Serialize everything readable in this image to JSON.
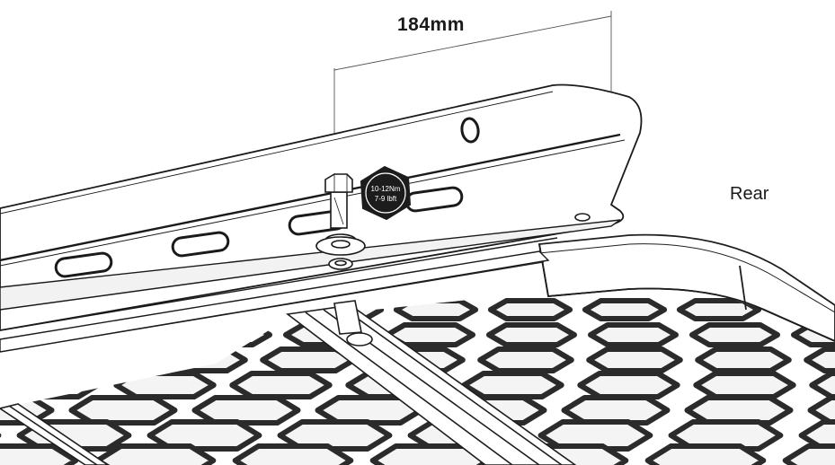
{
  "diagram": {
    "dimension_label": "184mm",
    "rear_label": "Rear",
    "bolt_callout": {
      "line1": "10-12Nm",
      "line2": "7-9 lbft"
    }
  }
}
